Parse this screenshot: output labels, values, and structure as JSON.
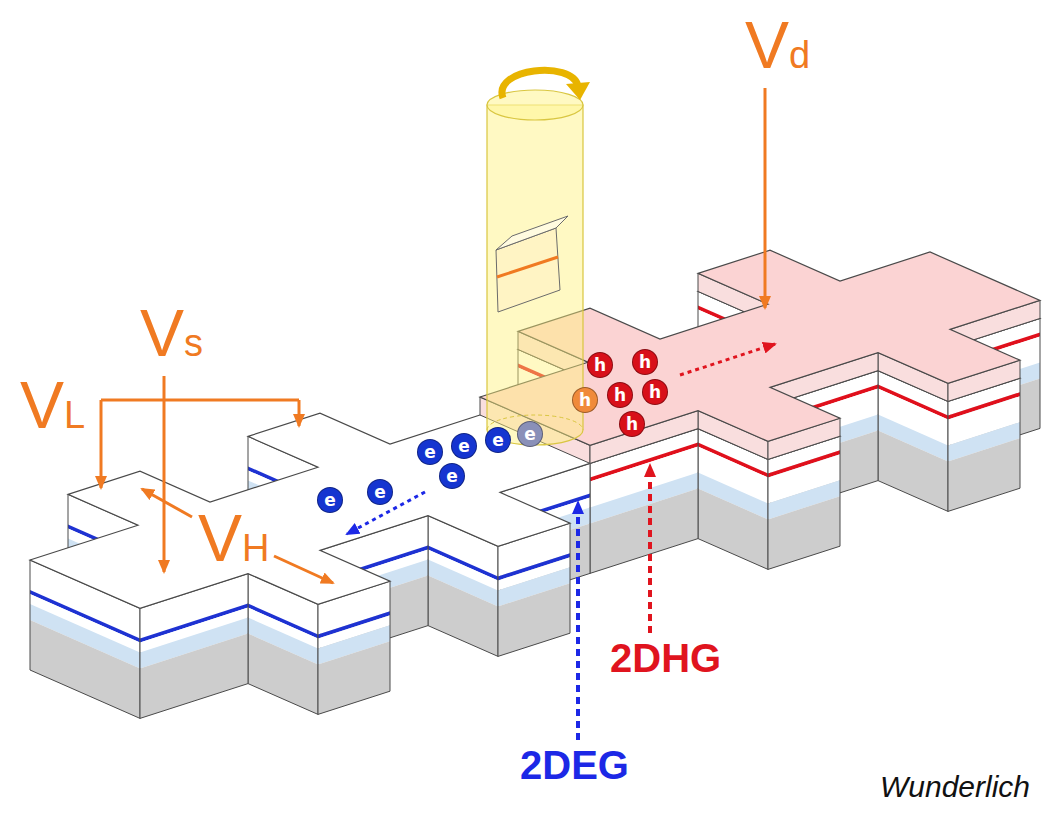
{
  "diagram": {
    "nodes": [
      {
        "text": [
          "h"
        ]
      },
      {
        "text": [
          "h"
        ]
      },
      {
        "text": [
          "h"
        ]
      },
      {
        "text": [
          "h"
        ]
      },
      {
        "text": [
          "h"
        ]
      },
      {
        "text": [
          "h"
        ]
      },
      {
        "text": [
          "e"
        ]
      },
      {
        "text": [
          "e"
        ]
      },
      {
        "text": [
          "e"
        ]
      },
      {
        "text": [
          "e"
        ]
      },
      {
        "text": [
          "e"
        ]
      },
      {
        "text": [
          "e"
        ]
      },
      {
        "text": [
          "e"
        ]
      }
    ],
    "labels": [
      "Vd",
      "Vs",
      "VL",
      "VH",
      "2DHG",
      "2DEG",
      "Wunderlich"
    ]
  }
}
